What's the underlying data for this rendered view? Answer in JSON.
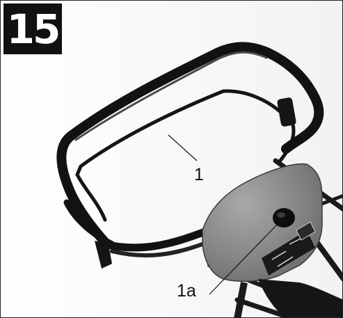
{
  "figure": {
    "step_number": "15",
    "callouts": [
      {
        "id": "1",
        "label": "1"
      },
      {
        "id": "1a",
        "label": "1a"
      }
    ]
  },
  "colors": {
    "badge_background": "#111111",
    "handle": "#141414",
    "housing": "#7d7d7d",
    "background": "#ffffff"
  },
  "icons": [
    "lawnmower-handle-bar",
    "throttle-lever",
    "control-housing",
    "knob"
  ]
}
